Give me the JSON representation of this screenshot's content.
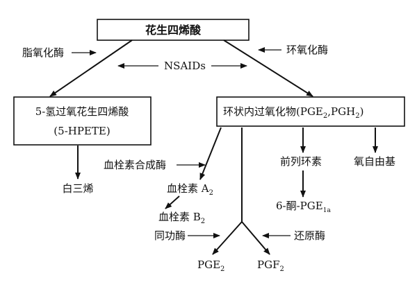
{
  "nodes": {
    "arachidonic_acid": "花生四烯酸",
    "hpete_line1": "5-氢过氧花生四烯酸",
    "hpete_line2": "(5-HPETE)",
    "endoperoxides": "环状内过氧化物(PGE",
    "endoperoxides_sub1": "2",
    "endoperoxides_mid": ",PGH",
    "endoperoxides_sub2": "2",
    "endoperoxides_end": ")",
    "leukotriene": "白三烯",
    "thromboxane_a2": "血栓素 A",
    "thromboxane_a2_sub": "2",
    "thromboxane_b2": "血栓素 B",
    "thromboxane_b2_sub": "2",
    "prostacyclin": "前列环素",
    "oxygen_radical": "氧自由基",
    "keto_pge": "6-酮-PGE",
    "keto_pge_sub": "1a",
    "pge2": "PGE",
    "pge2_sub": "2",
    "pgf2": "PGF",
    "pgf2_sub": "2"
  },
  "labels": {
    "lipoxygenase": "脂氧化酶",
    "cyclooxygenase": "环氧化酶",
    "nsaids": "NSAIDs",
    "thromboxane_synthase": "血栓素合成酶",
    "isomerase": "同功酶",
    "reductase": "还原酶"
  }
}
